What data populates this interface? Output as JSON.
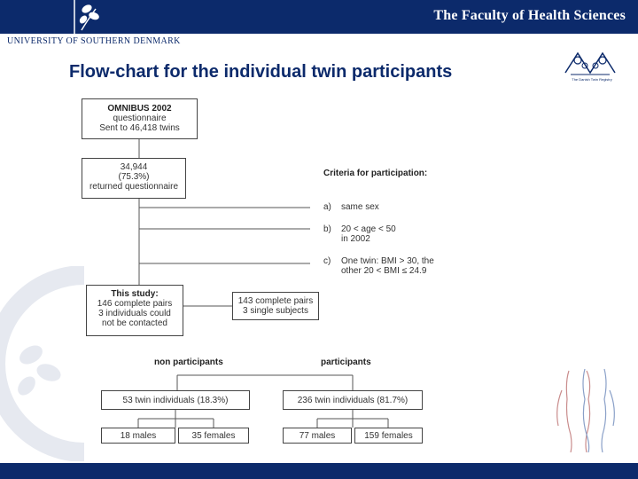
{
  "header": {
    "faculty": "The Faculty of Health Sciences",
    "university": "University of Southern Denmark"
  },
  "title": "Flow-chart for the individual twin participants",
  "registry_caption": "The Danish Twin Registry",
  "flowchart": {
    "omnibus": {
      "line1": "OMNIBUS 2002",
      "line2": "questionnaire",
      "line3": "Sent to 46,418 twins"
    },
    "returned": {
      "line1": "34,944",
      "line2": "(75.3%)",
      "line3": "returned questionnaire"
    },
    "study": {
      "line1": "This study:",
      "line2": "146 complete pairs",
      "line3": "3 individuals could",
      "line4": "not be contacted"
    },
    "complete": {
      "line1": "143 complete pairs",
      "line2": "3 single subjects"
    },
    "criteria": {
      "heading": "Criteria for participation:",
      "a_label": "a)",
      "a_text": "same sex",
      "b_label": "b)",
      "b_line1": "20 < age < 50",
      "b_line2": "in 2002",
      "c_label": "c)",
      "c_line1": "One twin: BMI > 30, the",
      "c_line2": "other 20 < BMI ≤ 24.9"
    },
    "non_participants": {
      "label": "non participants",
      "total": "53 twin individuals (18.3%)",
      "males": "18 males",
      "females": "35 females"
    },
    "participants": {
      "label": "participants",
      "total": "236 twin individuals (81.7%)",
      "males": "77 males",
      "females": "159 females"
    }
  }
}
